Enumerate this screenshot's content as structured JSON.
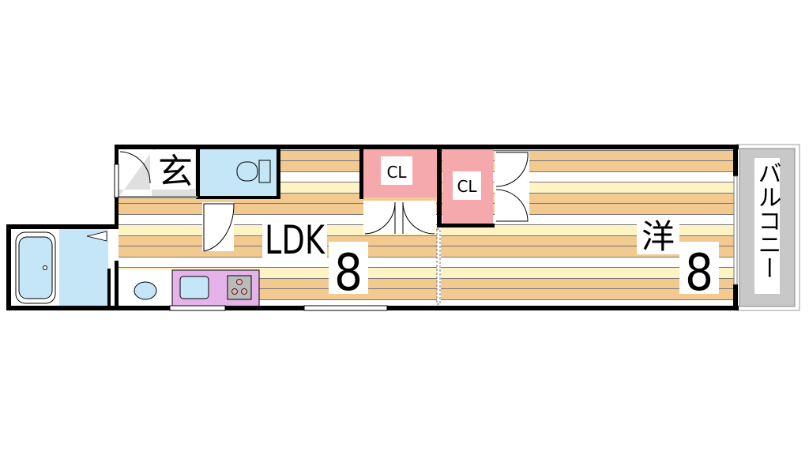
{
  "rooms": {
    "entrance": "玄",
    "ldk": {
      "name": "LDK",
      "size": "8"
    },
    "closet_1": "CL",
    "closet_2": "CL",
    "western_room": {
      "name": "洋",
      "size": "8"
    },
    "balcony": "バルコニー"
  },
  "colors": {
    "floor_tan": "#f2c98f",
    "floor_cream": "#fdf3c4",
    "wet_area_blue": "#c4e6f7",
    "closet_pink": "#f5a9ac",
    "kitchen_purple": "#e5b3ea",
    "balcony_gray": "#c8c8c8",
    "wall": "#000000"
  }
}
